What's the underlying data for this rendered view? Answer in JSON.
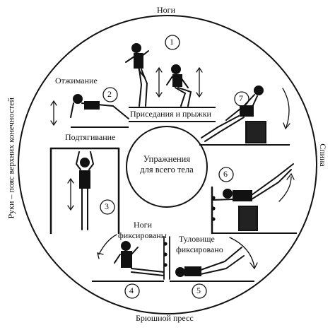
{
  "sections": {
    "top": "Ноги",
    "right": "Спина",
    "bottom": "Брюшной пресс",
    "left": "Руки – пояс верхних конечностей"
  },
  "center": {
    "line1": "Упражнения",
    "line2": "для всего тела"
  },
  "exercises": {
    "squats": "Приседания и прыжки",
    "pushup": "Отжимание",
    "pullup": "Подтягивание",
    "legs_fixed_1": "Ноги",
    "legs_fixed_2": "фиксированы",
    "torso_fixed_1": "Туловище",
    "torso_fixed_2": "фиксировано"
  },
  "numbers": [
    "1",
    "2",
    "3",
    "4",
    "5",
    "6",
    "7"
  ],
  "colors": {
    "ink": "#111111",
    "background": "#ffffff"
  }
}
